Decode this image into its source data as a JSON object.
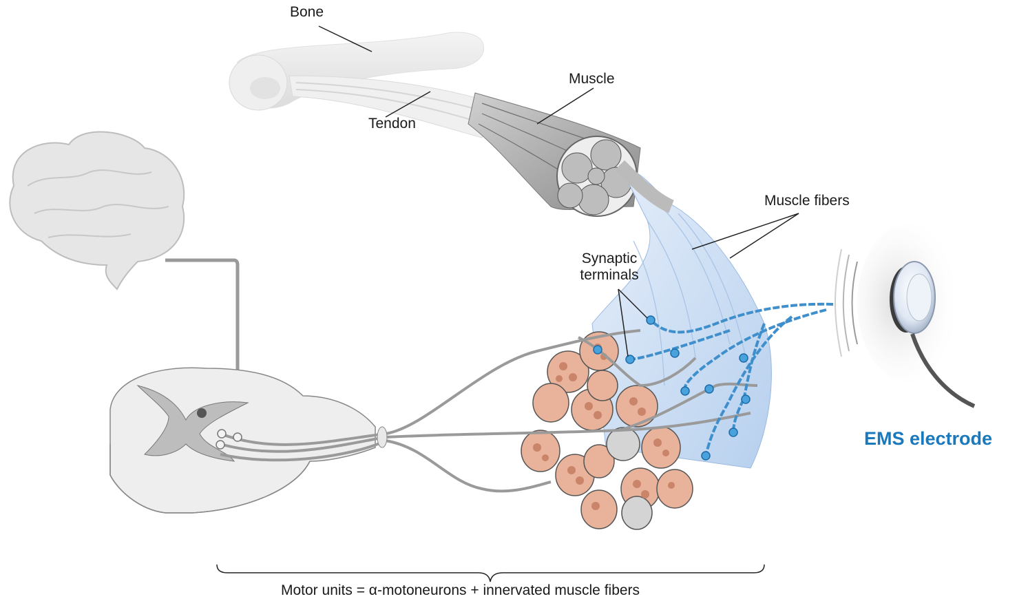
{
  "labels": {
    "bone": "Bone",
    "tendon": "Tendon",
    "muscle": "Muscle",
    "muscle_fibers": "Muscle fibers",
    "synaptic_line1": "Synaptic",
    "synaptic_line2": "terminals",
    "ems_electrode": "EMS electrode",
    "caption": "Motor units = α-motoneurons + innervated muscle fibers"
  },
  "colors": {
    "nerve_gray": "#9a9a9a",
    "nerve_blue": "#3f8fcc",
    "ems_text": "#1a78bd",
    "fiber_red": "#e9b29a",
    "fiber_gray": "#cfcfcf",
    "muscle_fiber_blue": "#cfe0f4"
  }
}
